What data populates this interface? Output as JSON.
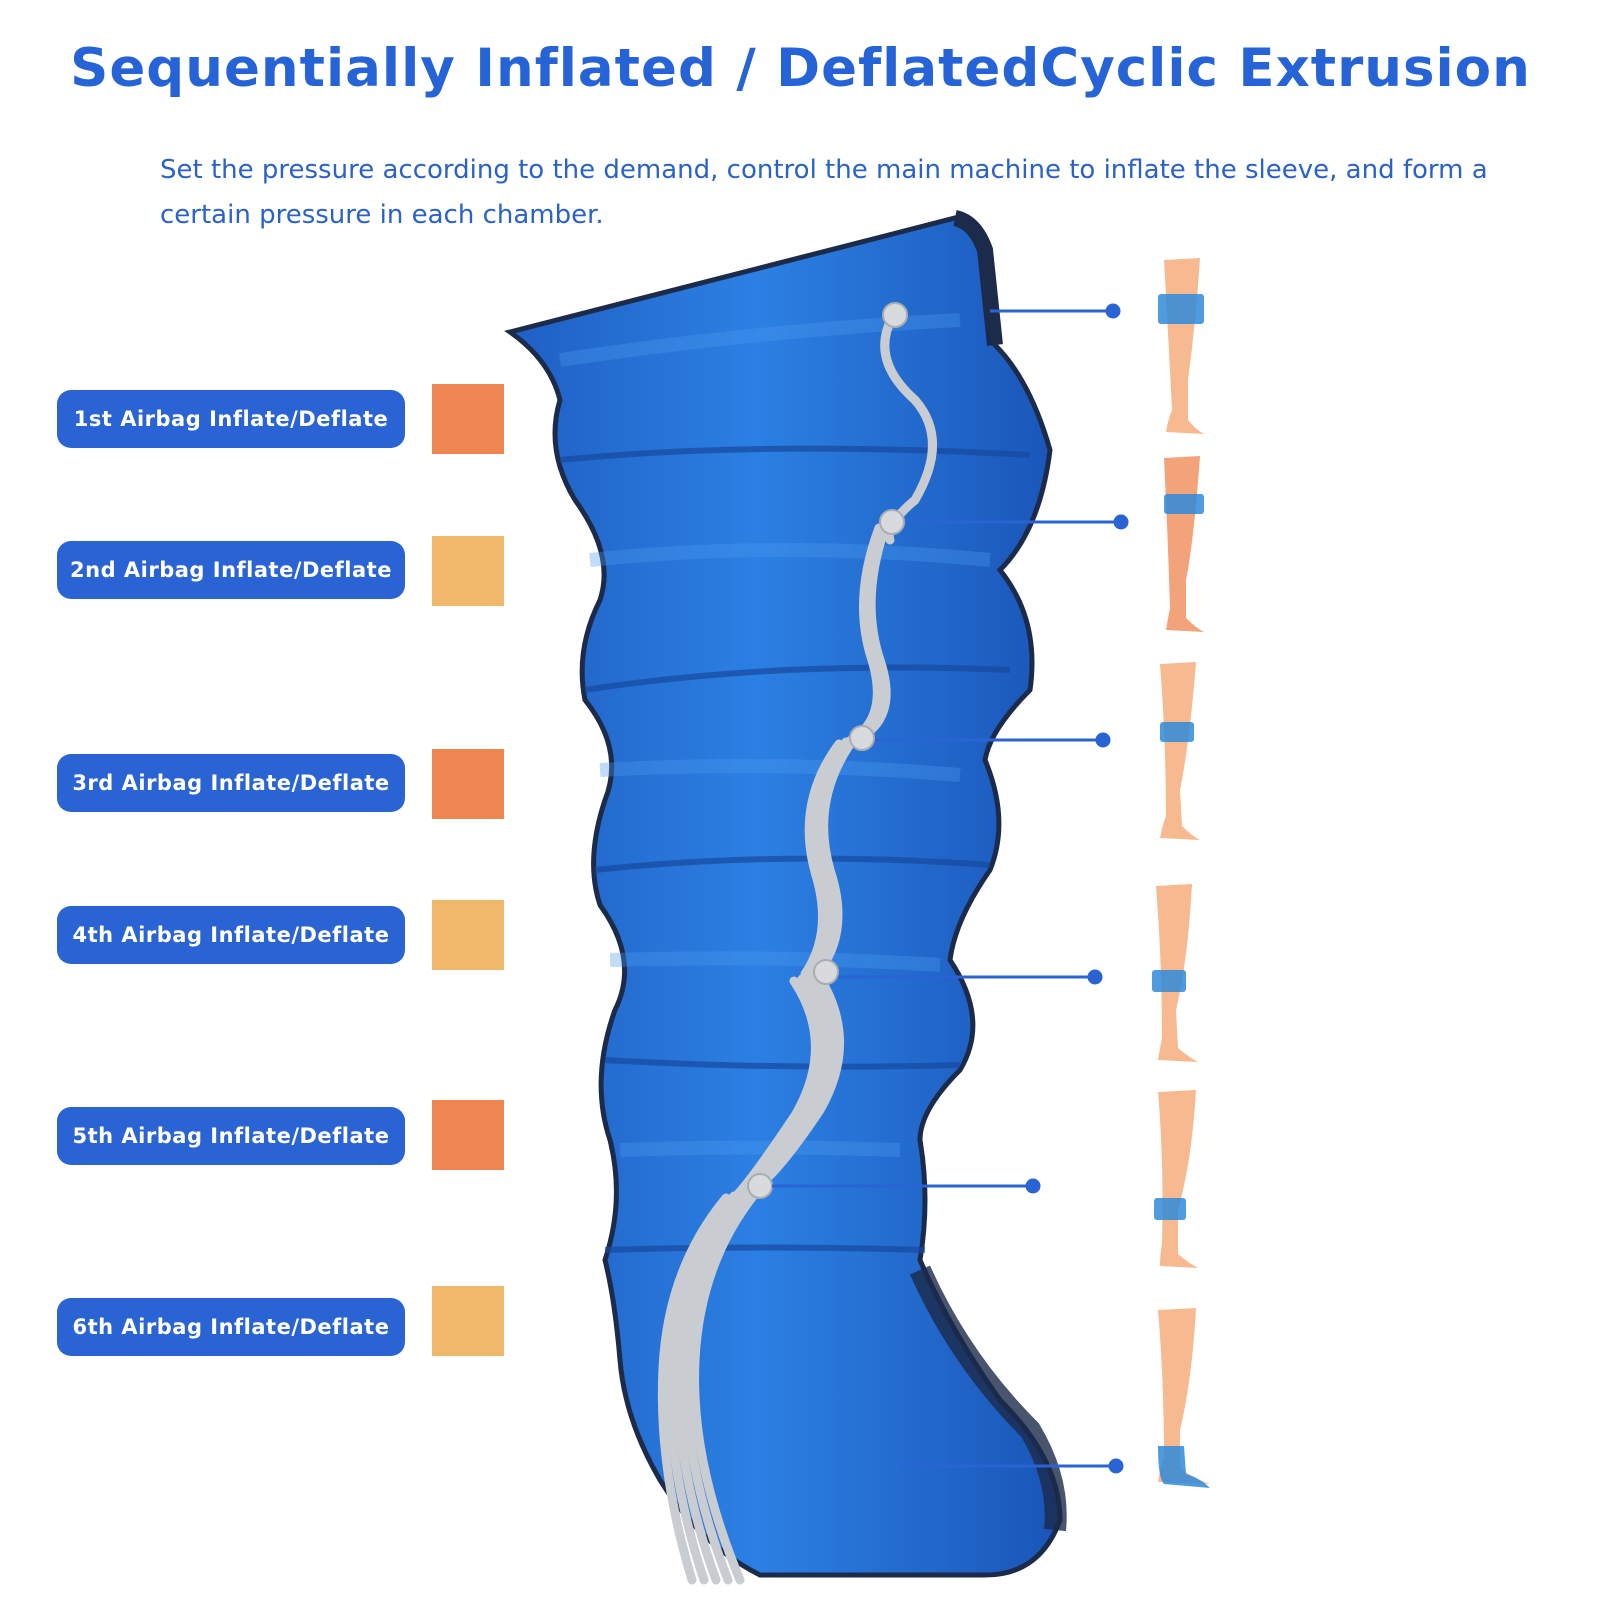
{
  "header": {
    "title": "Sequentially Inflated / DeflatedCyclic Extrusion",
    "subtitle": "Set the pressure according to the demand, control the main machine to inflate the sleeve, and form a certain pressure in each chamber."
  },
  "colors": {
    "title_blue": "#2563d6",
    "pill_blue": "#2a63d4",
    "sleeve_blue": "#1f6ed8",
    "tube_gray": "#c9cdd2",
    "swatch_orange": "#ef8550",
    "swatch_light_orange": "#efb86a",
    "skin": "#f7b98f"
  },
  "airbags": [
    {
      "label": "1st Airbag Inflate/Deflate",
      "swatch": "orange"
    },
    {
      "label": "2nd Airbag Inflate/Deflate",
      "swatch": "light-orange"
    },
    {
      "label": "3rd Airbag Inflate/Deflate",
      "swatch": "orange"
    },
    {
      "label": "4th Airbag Inflate/Deflate",
      "swatch": "light-orange"
    },
    {
      "label": "5th Airbag Inflate/Deflate",
      "swatch": "orange"
    },
    {
      "label": "6th Airbag Inflate/Deflate",
      "swatch": "light-orange"
    }
  ],
  "illustration": {
    "main": "leg-compression-sleeve",
    "legs": [
      "leg-thigh-band",
      "leg-upper-knee-band",
      "leg-knee-band",
      "leg-calf-band",
      "leg-lower-calf-band",
      "leg-foot-band"
    ]
  }
}
